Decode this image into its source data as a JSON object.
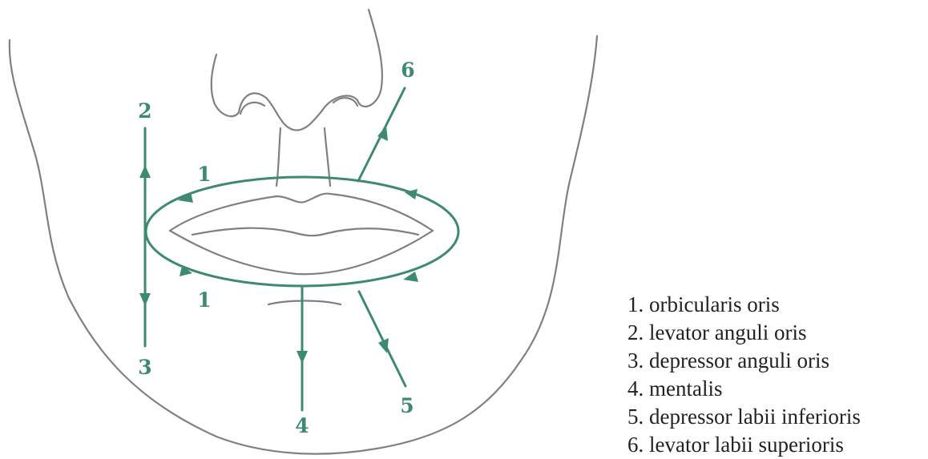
{
  "colors": {
    "muscle": "#3d8a6e",
    "sketch": "#808080",
    "text": "#222222"
  },
  "labels": {
    "one_top": "1",
    "one_bottom": "1",
    "two": "2",
    "three": "3",
    "four": "4",
    "five": "5",
    "six": "6"
  },
  "legend": [
    "1. orbicularis oris",
    "2. levator anguli oris",
    "3. depressor anguli oris",
    "4. mentalis",
    "5. depressor labii inferioris",
    "6. levator labii superioris"
  ]
}
